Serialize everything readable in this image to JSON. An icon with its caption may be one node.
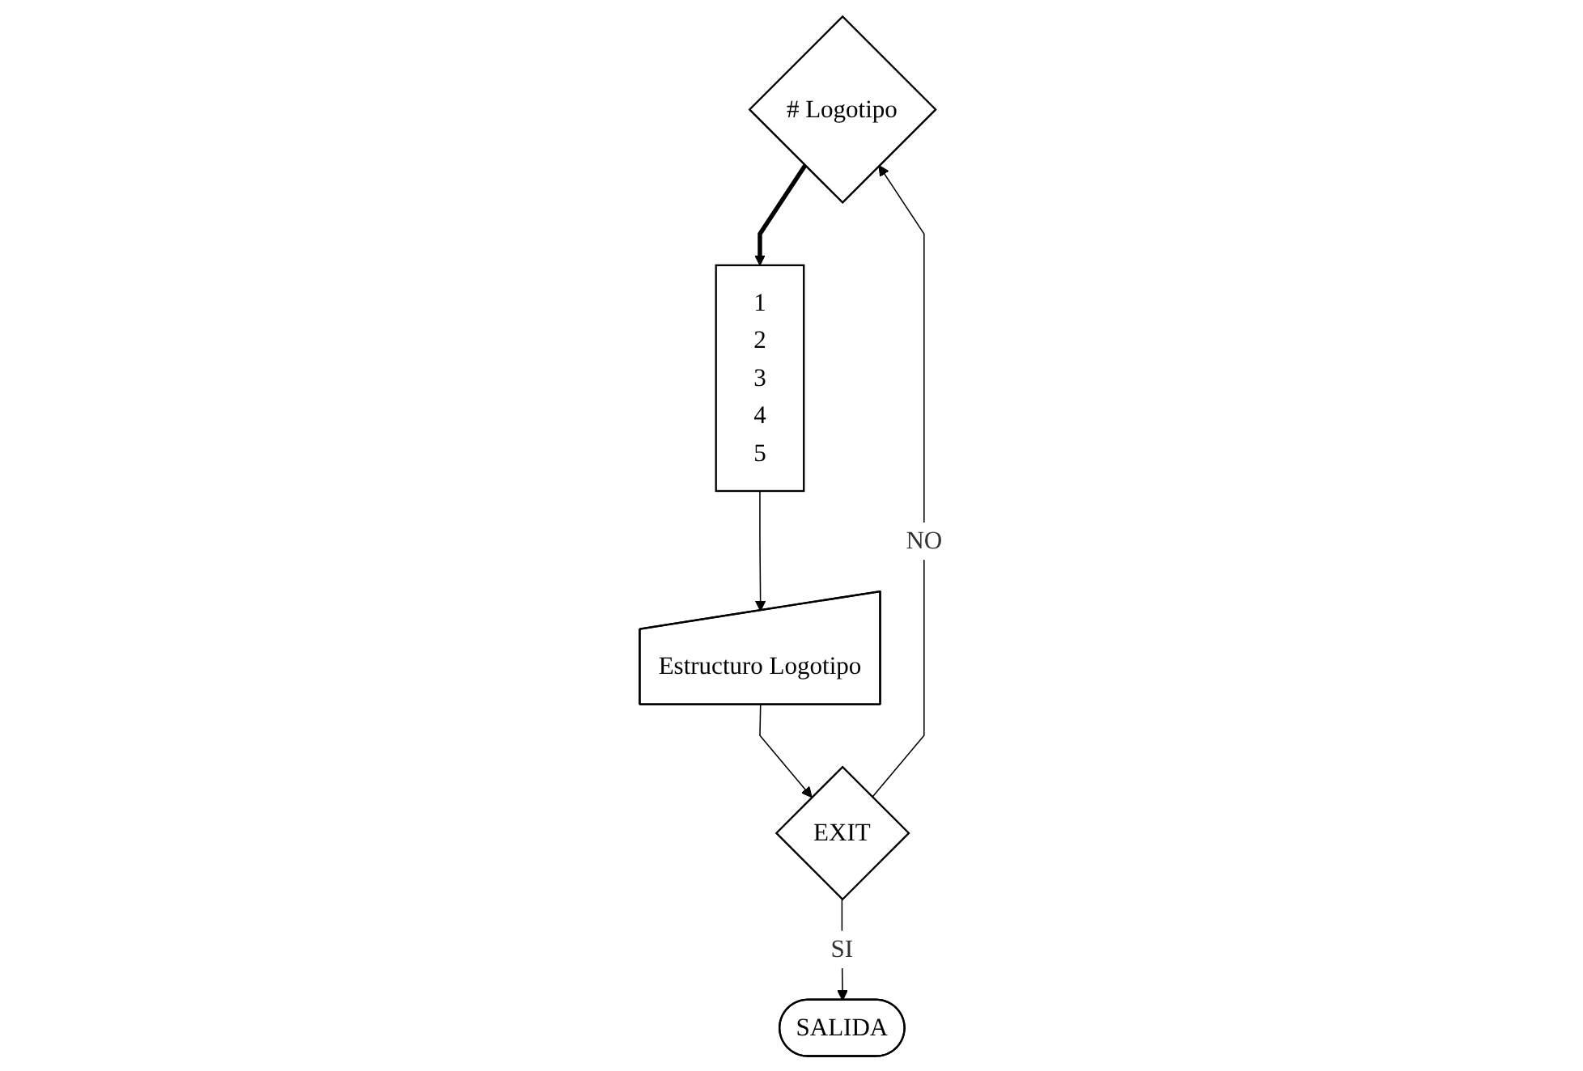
{
  "diagram": {
    "nodes": [
      {
        "text": [
          "# Logotipo"
        ]
      },
      {
        "text": [
          "1",
          "2",
          "3",
          "4",
          "5"
        ]
      },
      {
        "text": [
          "Estructuro Logotipo"
        ]
      },
      {
        "text": [
          "EXIT"
        ]
      },
      {
        "text": [
          "SALIDA"
        ]
      }
    ],
    "edges": [
      {
        "from": 0,
        "to": 1,
        "arrow": "to",
        "style": "thick"
      },
      {
        "from": 1,
        "to": 2,
        "arrow": "to"
      },
      {
        "from": 2,
        "to": 3,
        "arrow": "to"
      },
      {
        "from": 3,
        "to": 4,
        "arrow": "to",
        "label": "SI"
      },
      {
        "from": 3,
        "to": 0,
        "arrow": "to",
        "label": "NO"
      }
    ]
  }
}
